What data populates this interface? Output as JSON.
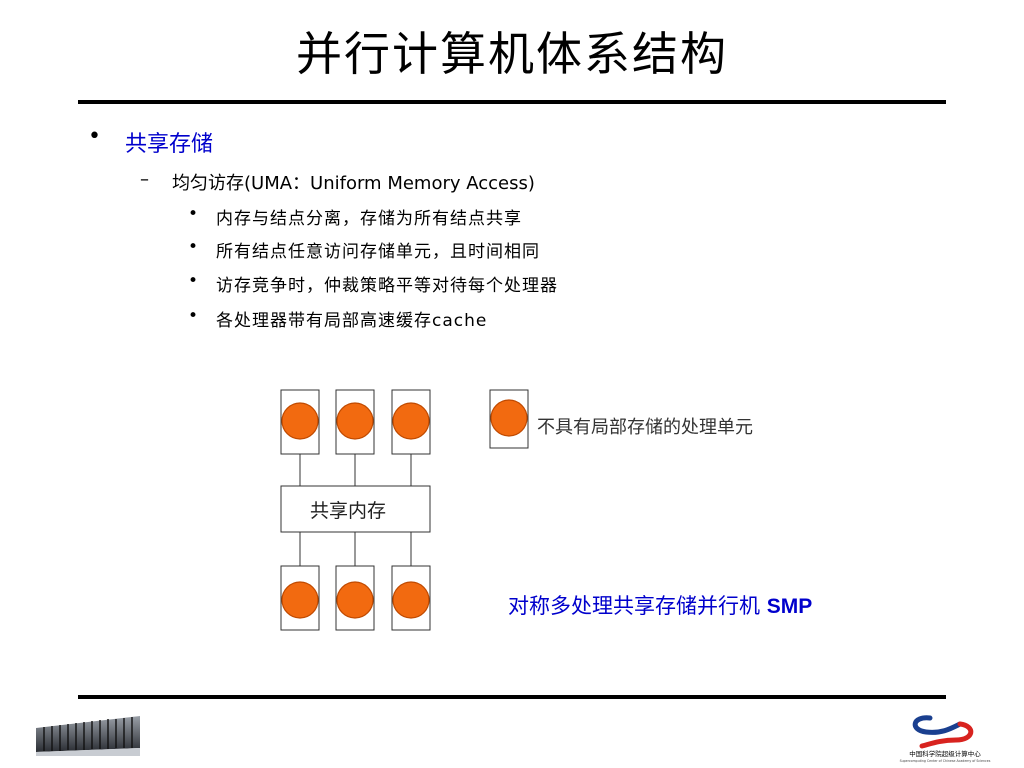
{
  "slide": {
    "title": "并行计算机体系结构",
    "level1": {
      "bullet": "•",
      "text": "共享存储"
    },
    "level2": {
      "dash": "–",
      "text": "均匀访存(UMA：Uniform Memory Access)"
    },
    "level3": [
      {
        "bullet": "•",
        "text": "内存与结点分离，存储为所有结点共享"
      },
      {
        "bullet": "•",
        "text": "所有结点任意访问存储单元，且时间相同"
      },
      {
        "bullet": "•",
        "text": "访存竞争时，仲裁策略平等对待每个处理器"
      },
      {
        "bullet": "•",
        "text": "各处理器带有局部高速缓存cache"
      }
    ]
  },
  "diagram": {
    "shared_memory_label": "共享内存",
    "legend_label": "不具有局部存储的处理单元",
    "colors": {
      "processor_fill": "#f26a10",
      "processor_stroke": "#c04a00",
      "box_stroke": "#333333"
    }
  },
  "caption": {
    "text": "对称多处理共享存储并行机 ",
    "bold": "SMP"
  },
  "colors": {
    "accent_blue": "#0000cc",
    "rule": "#000000"
  },
  "footer": {
    "logo_text_cn": "中国科学院超级计算中心",
    "logo_text_en": "Supercomputing Center of Chinese Academy of Sciences",
    "icons": [
      "server-rack-image",
      "sccas-logo-icon"
    ]
  }
}
